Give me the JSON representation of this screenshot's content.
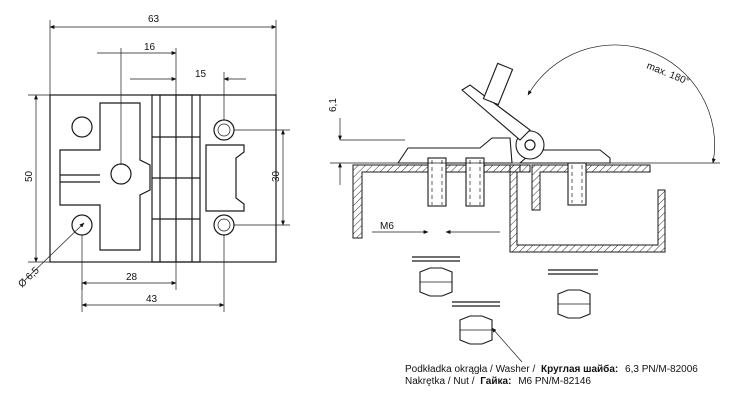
{
  "dimensions": {
    "overall_width": "63",
    "inner_16": "16",
    "inner_15": "15",
    "height_50": "50",
    "height_30": "30",
    "width_28": "28",
    "width_43": "43",
    "hole_diameter": "Ø 6,5",
    "thread": "M6",
    "offset_6_1": "6,1",
    "max_angle": "max. 180°"
  },
  "legend": {
    "washer_prefix": "Podkładka okrągła / Washer /",
    "washer_ru": "Круглая шайба:",
    "washer_std": "6,3 PN/M-82006",
    "nut_prefix": "Nakrętka / Nut /",
    "nut_ru": "Гайка:",
    "nut_std": "M6 PN/M-82146"
  }
}
